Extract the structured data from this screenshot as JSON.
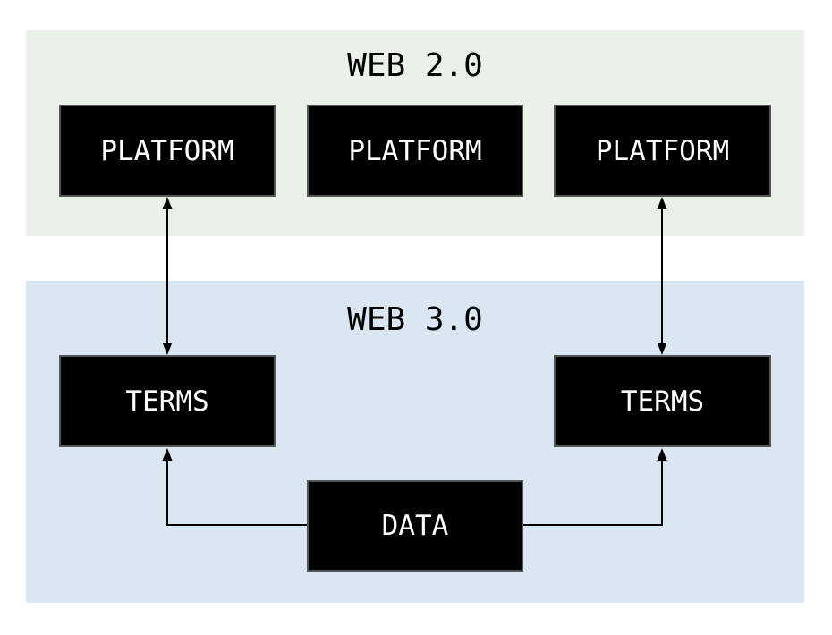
{
  "web2": {
    "title": "WEB 2.0",
    "boxes": [
      {
        "label": "PLATFORM"
      },
      {
        "label": "PLATFORM"
      },
      {
        "label": "PLATFORM"
      }
    ]
  },
  "web3": {
    "title": "WEB 3.0",
    "boxes": [
      {
        "label": "TERMS"
      },
      {
        "label": "TERMS"
      },
      {
        "label": "DATA"
      }
    ]
  },
  "colors": {
    "web2_bg": "#e9f1e8",
    "web3_bg": "#dbe6f3",
    "box_bg": "#000000",
    "box_border": "#555555",
    "box_text": "#ffffff",
    "title_text": "#000000",
    "arrow_color": "#000000"
  }
}
